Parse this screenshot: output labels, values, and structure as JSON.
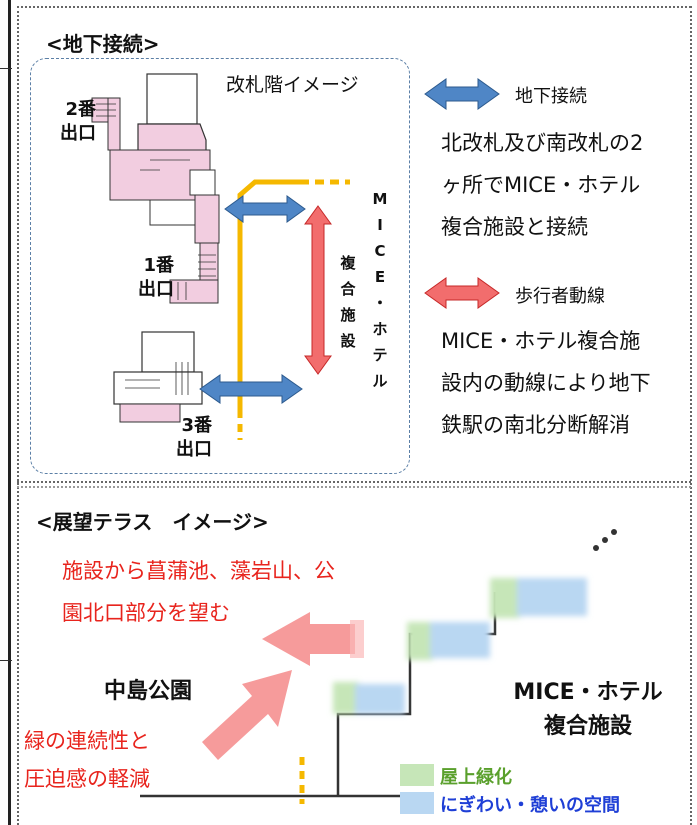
{
  "section1": {
    "title": "<地下接続>",
    "floor_label": "改札階イメージ",
    "exits": {
      "exit2": [
        "2番",
        "出口"
      ],
      "exit1": [
        "1番",
        "出口"
      ],
      "exit3": [
        "3番",
        "出口"
      ]
    },
    "vertical_fukugo": [
      "複",
      "合",
      "施",
      "設"
    ],
    "vertical_mice": [
      "M",
      "I",
      "C",
      "E",
      "・",
      "ホ",
      "テ",
      "ル"
    ],
    "legend_underground": "地下接続",
    "desc1": [
      "北改札及び南改札の2",
      "ヶ所でMICE・ホテル",
      "複合施設と接続"
    ],
    "legend_pedestrian": "歩行者動線",
    "desc2": [
      "MICE・ホテル複合施",
      "設内の動線により地下",
      "鉄駅の南北分断解消"
    ]
  },
  "section2": {
    "title": "<展望テラス　イメージ>",
    "view_text": [
      "施設から菖蒲池、藻岩山、公",
      "園北口部分を望む"
    ],
    "park_label": "中島公園",
    "green_text": [
      "緑の連続性と",
      "圧迫感の軽減"
    ],
    "facility_label": [
      "MICE・ホテル",
      "複合施設"
    ],
    "legend_roof": "屋上緑化",
    "legend_space": "にぎわい・憩いの空間"
  },
  "colors": {
    "blue_arrow": "#4f86c6",
    "red_arrow": "#f26d6d",
    "yellow_line": "#f5b800",
    "pink_floor": "#f2cde0",
    "roof_green": "#c6e6b8",
    "space_blue": "#b9d7f2",
    "text_red": "#e8241d",
    "legend_text_green": "#5aa02c",
    "legend_text_blue": "#1f3fd6"
  }
}
